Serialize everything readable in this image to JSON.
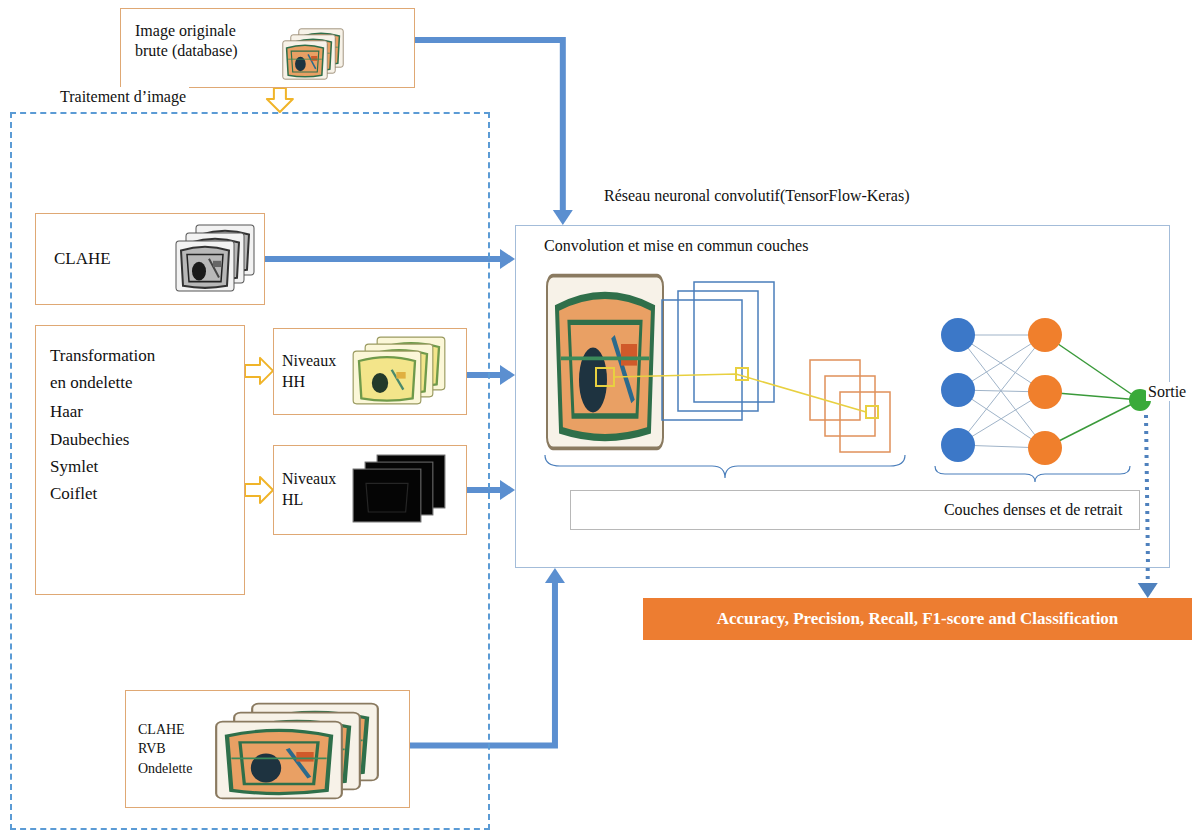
{
  "diagram": {
    "nodes": [
      {
        "text": [
          "Image originale brute (database)"
        ]
      },
      {
        "text": [
          "Traitement d’image"
        ]
      },
      {
        "text": [
          "CLAHE"
        ],
        "in": 1
      },
      {
        "text": [
          "Transformation en ondelette",
          "Haar Daubechies Symlet Coiflet"
        ],
        "in": 1
      },
      {
        "text": [
          "Niveaux HH"
        ],
        "in": 1
      },
      {
        "text": [
          "Niveaux HL"
        ],
        "in": 1
      },
      {
        "text": [
          "CLAHE RVB Ondelette"
        ],
        "in": 1
      },
      {
        "text": [
          "Réseau neuronal convolutif(TensorFlow-Keras)",
          "Convolution et mise en commun couches"
        ]
      },
      {
        "text": [
          "Couches denses et de retrait"
        ],
        "in": 7
      },
      {
        "text": [
          "Accuracy, Precision, Recall, F1-score and Classification"
        ]
      }
    ],
    "edges": [
      {
        "from": 0,
        "to": 7,
        "arrow": "to"
      },
      {
        "from": 0,
        "to": 1,
        "arrow": "to"
      },
      {
        "from": 2,
        "to": 7,
        "arrow": "to"
      },
      {
        "from": 3,
        "to": 4,
        "arrow": "to"
      },
      {
        "from": 3,
        "to": 5,
        "arrow": "to"
      },
      {
        "from": 4,
        "to": 7,
        "arrow": "to"
      },
      {
        "from": 5,
        "to": 7,
        "arrow": "to"
      },
      {
        "from": 6,
        "to": 7,
        "arrow": "to"
      },
      {
        "from": 7,
        "to": 9,
        "arrow": "to",
        "label": "Sortie"
      }
    ]
  }
}
